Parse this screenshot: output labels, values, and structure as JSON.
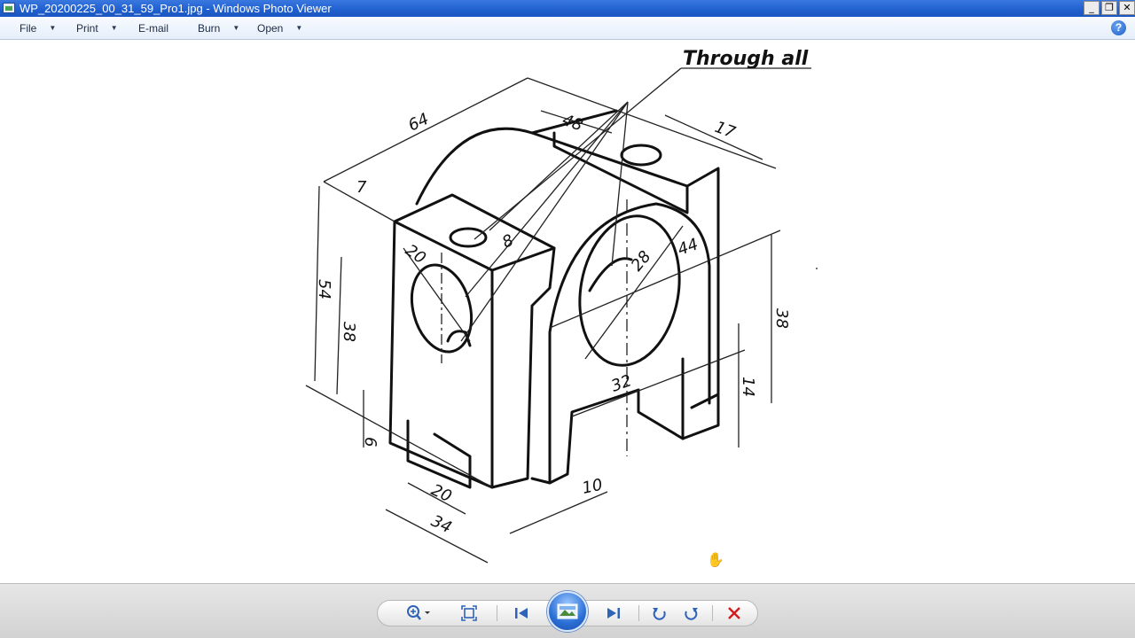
{
  "window": {
    "title": "WP_20200225_00_31_59_Pro1.jpg - Windows Photo Viewer",
    "controls": {
      "minimize": "_",
      "restore": "❐",
      "close": "✕"
    }
  },
  "menu": {
    "file": "File",
    "print": "Print",
    "email": "E-mail",
    "burn": "Burn",
    "open": "Open",
    "help": "?"
  },
  "drawing": {
    "heading": "Through all",
    "dimensions": {
      "d64": "64",
      "d48": "48",
      "d17": "17",
      "d7": "7",
      "d8": "8",
      "d20a": "20",
      "d44": "44",
      "d28": "28",
      "d54": "54",
      "d38a": "38",
      "d38b": "38",
      "d32": "32",
      "d14": "14",
      "d6": "6",
      "d20b": "20",
      "d34": "34",
      "d10": "10"
    }
  },
  "toolbar": {
    "icons": [
      "zoom-icon",
      "fit-icon",
      "previous-icon",
      "slideshow-icon",
      "next-icon",
      "rotate-left-icon",
      "rotate-right-icon",
      "delete-icon"
    ]
  },
  "colors": {
    "titlebar": "#1f5fce",
    "accent": "#2f63b8",
    "delete": "#d21c1c"
  }
}
